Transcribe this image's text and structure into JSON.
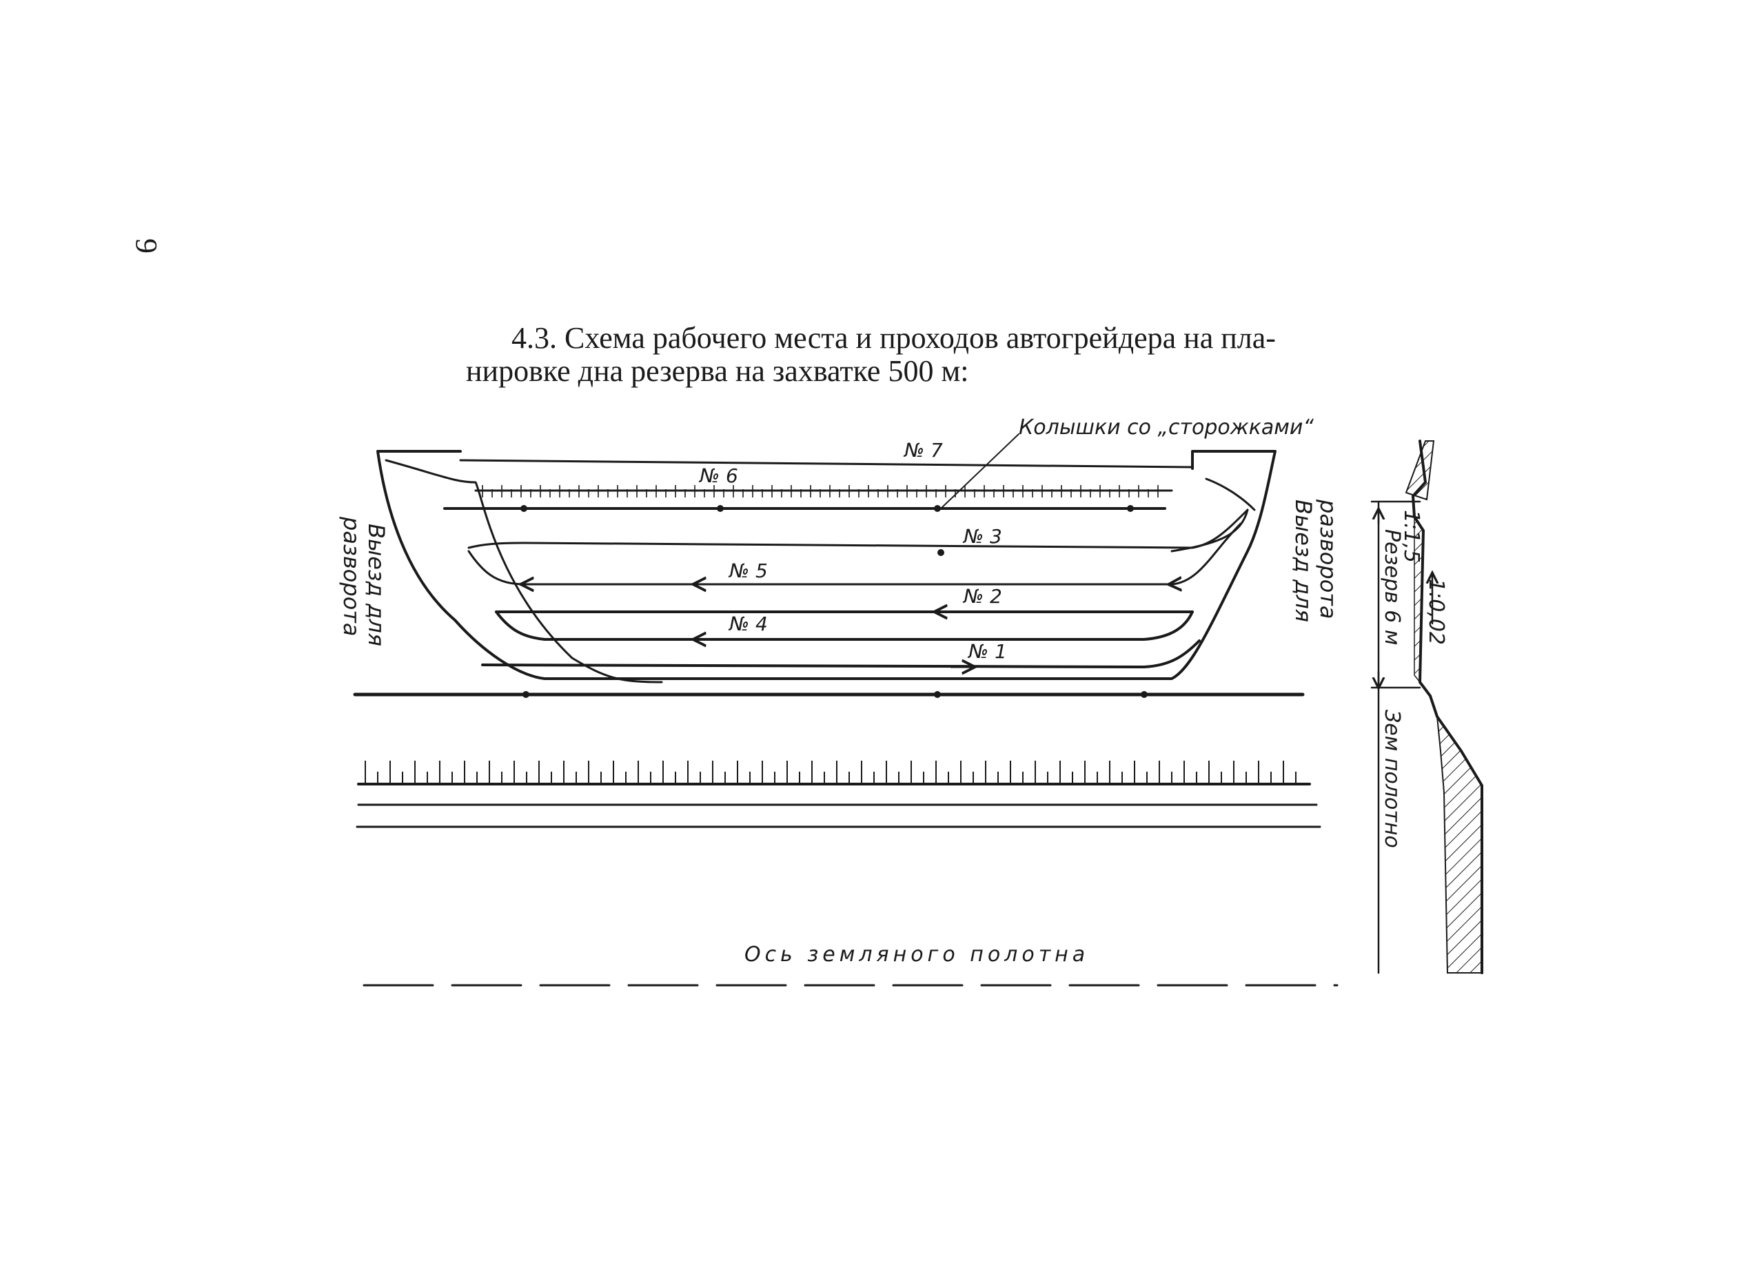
{
  "page_number": "9",
  "heading": {
    "line1": "4.3. Схема рабочего места и проходов автогрейдера на пла-",
    "line2": "нировке дна резерва на захватке 500 м:"
  },
  "labels": {
    "stakes": "Колышки со „сторожками“",
    "exit_left": [
      "Выезд для",
      "разворота"
    ],
    "exit_right": [
      "Выезд для",
      "разворота"
    ],
    "axis": "Ось земляного полотна"
  },
  "passes": [
    "№ 1",
    "№ 2",
    "№ 3",
    "№ 4",
    "№ 5",
    "№ 6",
    "№ 7"
  ],
  "section": {
    "slope_top": "1:1,5",
    "slope_bottom": "1:0,02",
    "reserve_width": "Резерв 6 м",
    "roadbed": "Зем полотно"
  }
}
